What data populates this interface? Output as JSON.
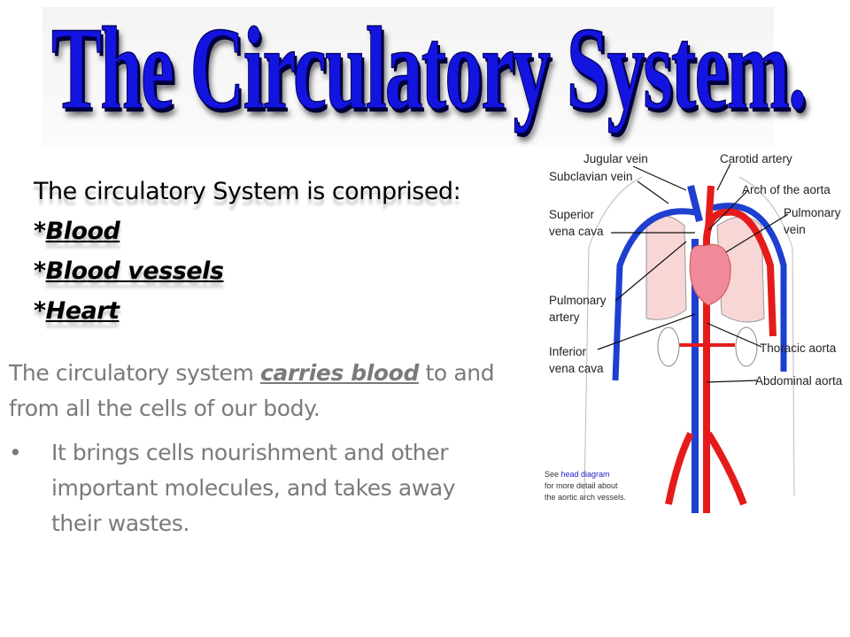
{
  "title": "The Circulatory System.",
  "comprised": {
    "heading": "The circulatory System is comprised:",
    "items": [
      "Blood",
      "Blood vessels",
      "Heart"
    ],
    "prefix": "*"
  },
  "body": {
    "before": "The circulatory system ",
    "emphasis": "carries blood",
    "after": " to and from all the cells of our body."
  },
  "bullet": {
    "symbol": "•",
    "text": "It brings cells nourishment and other important molecules, and takes away their wastes."
  },
  "diagram": {
    "labels": {
      "jugular": "Jugular vein",
      "subclavian": "Subclavian vein",
      "carotid": "Carotid artery",
      "arch": "Arch of the aorta",
      "svc1": "Superior",
      "svc2": "vena cava",
      "pv1": "Pulmonary",
      "pv2": "vein",
      "pa1": "Pulmonary",
      "pa2": "artery",
      "ivc1": "Inferior",
      "ivc2": "vena cava",
      "thoracic": "Thoracic aorta",
      "abdominal": "Abdominal aorta"
    },
    "note": {
      "see": "See ",
      "link": "head diagram",
      "line2": "for more detail about",
      "line3": "the aortic arch vessels."
    },
    "colors": {
      "artery": "#e51b1b",
      "vein": "#1f3fd0",
      "lung": "#f8d6d6"
    }
  }
}
